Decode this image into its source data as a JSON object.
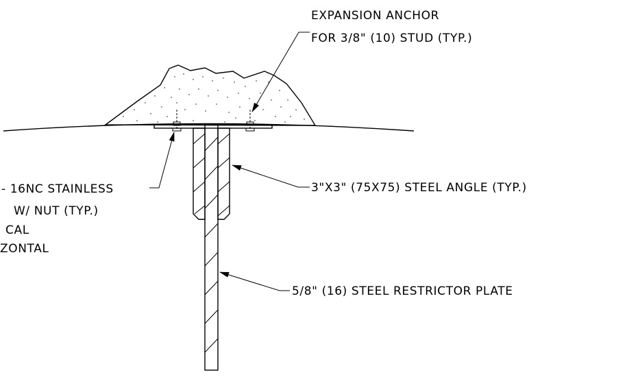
{
  "colors": {
    "line": "#000000",
    "background": "#ffffff",
    "hatch": "#000000"
  },
  "labels": {
    "expansion_anchor_line1": "EXPANSION ANCHOR",
    "expansion_anchor_line2": "FOR 3/8\" (10) STUD (TYP.)",
    "stud_line1": "- 16NC STAINLESS",
    "stud_line2": "W/ NUT (TYP.)",
    "stud_line3": "CAL",
    "stud_line4": "ZONTAL",
    "steel_angle": "3\"X3\" (75X75) STEEL ANGLE (TYP.)",
    "restrictor_plate": "5/8\" (16) STEEL RESTRICTOR PLATE"
  }
}
